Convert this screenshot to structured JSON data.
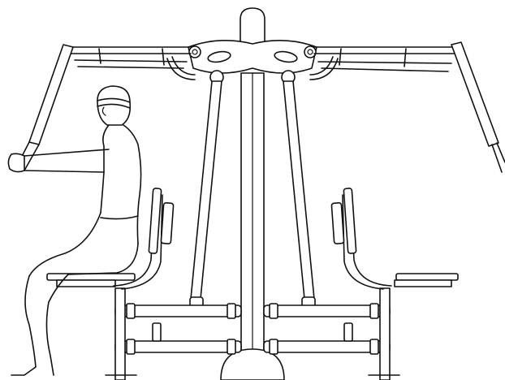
{
  "image": {
    "kind": "line-drawing",
    "background_color": "#ffffff",
    "stroke_color": "#111111",
    "parts": [
      "center-column",
      "top-yoke",
      "left-lever-arm",
      "right-lever-arm",
      "left-pull-rod",
      "right-pull-rod",
      "left-seat",
      "right-seat",
      "base-frame",
      "seated-user-figure"
    ]
  }
}
